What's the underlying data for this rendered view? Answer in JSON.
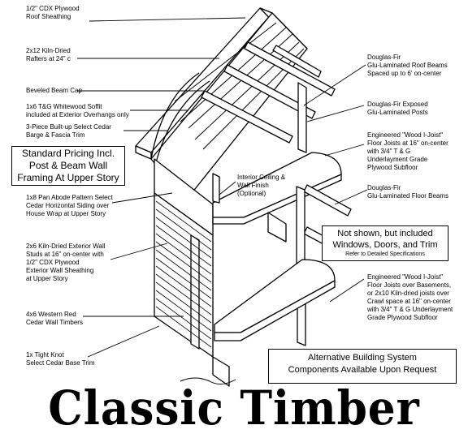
{
  "labels_left": [
    {
      "lines": [
        "1/2\" CDX Plywood",
        "Roof Sheathing"
      ]
    },
    {
      "lines": [
        "2x12 Kiln-Dried",
        "Rafters at 24\" c"
      ]
    },
    {
      "lines": [
        "Beveled Beam Cap"
      ]
    },
    {
      "lines": [
        "1x6 T&G Whitewood Soffit",
        "included at Exterior Overhangs only"
      ]
    },
    {
      "lines": [
        "3-Piece Built-up Select Cedar",
        "Barge & Fascia Trim"
      ]
    },
    {
      "lines": [
        "1x8 Pan Abode Pattern Select",
        "Cedar Horizontal Siding over",
        "House Wrap at Upper Story"
      ]
    },
    {
      "lines": [
        "2x6 Kiln-Dried Exterior Wall",
        "Studs at 16\" on-center with",
        "1/2\" CDX Plywood",
        "Exterior Wall Sheathing",
        "at Upper Story"
      ]
    },
    {
      "lines": [
        "4x6 Western Red",
        "Cedar Wall Timbers"
      ]
    },
    {
      "lines": [
        "1x Tight Knot",
        "Select Cedar Base Trim"
      ]
    }
  ],
  "labels_right": [
    {
      "lines": [
        "Douglas-Fir",
        "Glu-Laminated Roof Beams",
        "Spaced up to 6' on-center"
      ]
    },
    {
      "lines": [
        "Douglas-Fir Exposed",
        "Glu-Laminated Posts"
      ]
    },
    {
      "lines": [
        "Engineered \"Wood I-Joist\"",
        "Floor Joists at 16\" on-center",
        "with 3/4\" T & G",
        "Underlayment Grade",
        "Plywood Subfloor"
      ]
    },
    {
      "lines": [
        "Douglas-Fir",
        "Glu-Laminated Floor Beams"
      ]
    },
    {
      "lines": [
        "Engineered \"Wood I-Joist\"",
        "Floor Joists over Basements,",
        "or 2x10 Kiln-dried joists over",
        "Crawl space at 16\" on-center",
        "with 3/4\" T & G Underlayment",
        "Grade Plywood Subfloor"
      ]
    }
  ],
  "label_center": {
    "lines": [
      "Interior Ceiling &",
      "Wall Finish",
      "(Optional)"
    ]
  },
  "box_standard": {
    "lines": [
      "Standard Pricing Incl.",
      "Post & Beam Wall",
      "Framing At Upper Story"
    ]
  },
  "box_not_shown": {
    "line1": "Not shown, but included",
    "line2": "Windows, Doors, and Trim",
    "line3": "Refer to Detailed Specifications"
  },
  "box_alternative": {
    "lines": [
      "Alternative Building System",
      "Components Available Upon Request"
    ]
  },
  "footer_title": "Classic Timber"
}
